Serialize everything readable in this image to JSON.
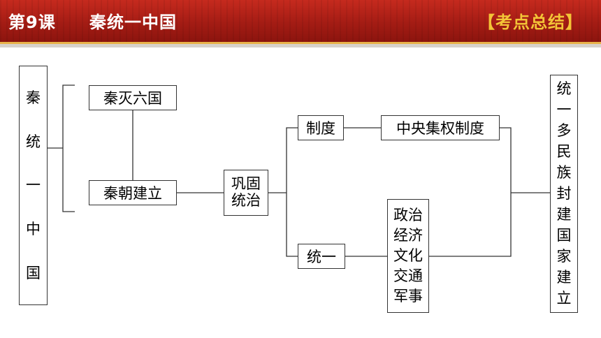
{
  "header": {
    "lesson": "第9课",
    "title": "秦统一中国",
    "badge": "【考点总结】"
  },
  "root": {
    "chars": [
      "秦",
      "统",
      "一",
      "中",
      "国"
    ]
  },
  "nodes": {
    "qin_destroys": "秦灭六国",
    "qin_established": "秦朝建立",
    "consolidate": [
      "巩固",
      "统治"
    ],
    "system": "制度",
    "central_system": "中央集权制度",
    "unify": "统一",
    "fields": [
      "政治",
      "经济",
      "文化",
      "交通",
      "军事"
    ]
  },
  "result": {
    "chars": [
      "统",
      "一",
      "多",
      "民",
      "族",
      "封",
      "建",
      "国",
      "家",
      "建",
      "立"
    ]
  }
}
